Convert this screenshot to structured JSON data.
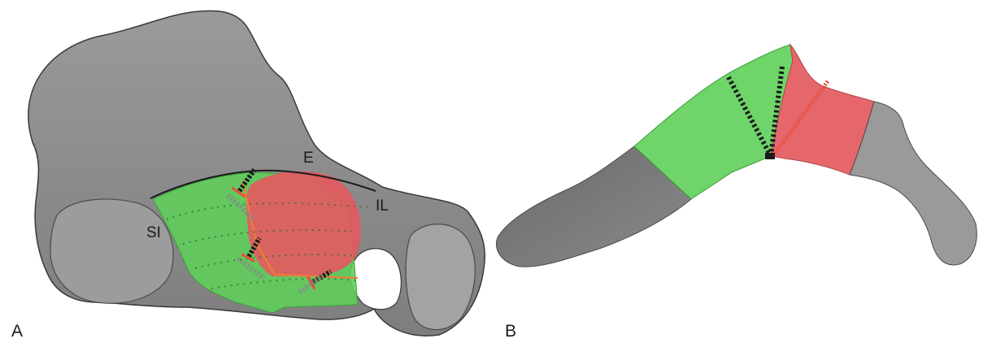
{
  "panels": [
    {
      "id": "A",
      "label": "A"
    },
    {
      "id": "B",
      "label": "B"
    }
  ],
  "labels": {
    "SI": "SI",
    "E": "E",
    "IL": "IL"
  },
  "colors": {
    "bone": "#8d8d8d",
    "bone_light": "#a6a6a6",
    "bone_dark": "#6f6f6f",
    "green_region": "#5fcf5a",
    "red_region": "#e35a60",
    "screw": "#1a1a1a",
    "screw_red": "#e8503a"
  }
}
